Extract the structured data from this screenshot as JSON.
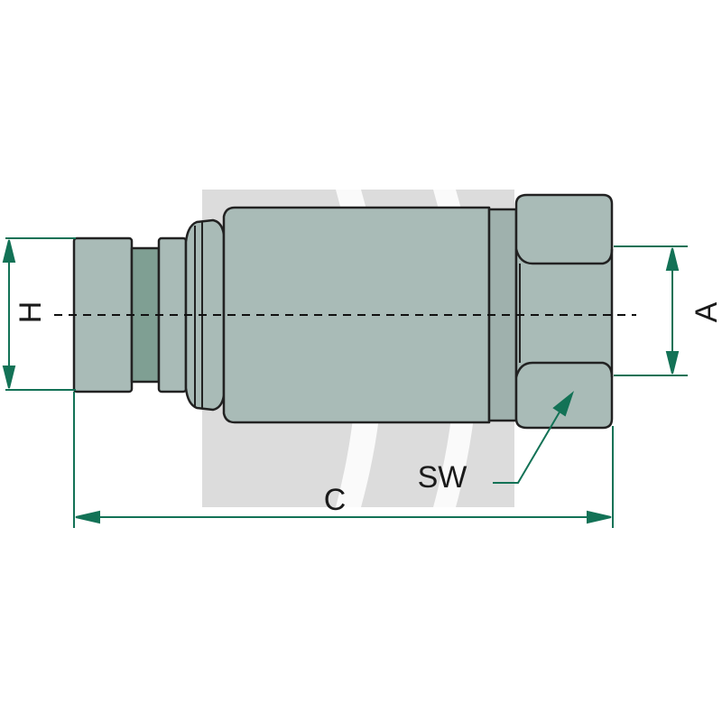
{
  "labels": {
    "H": "H",
    "A": "A",
    "C": "C",
    "SW": "SW"
  },
  "colors": {
    "body_fill": "#a9bbb7",
    "body_dark": "#8fa39e",
    "groove_fill": "#7f9f93",
    "outline": "#222222",
    "dimension": "#137256",
    "watermark": "#d9d9d9"
  }
}
